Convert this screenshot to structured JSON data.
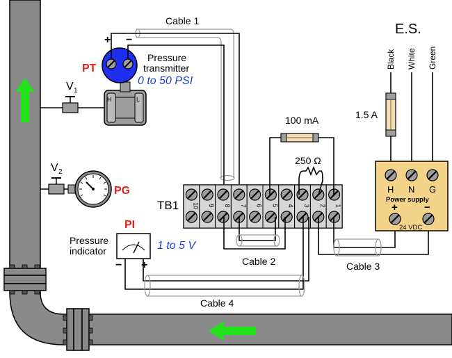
{
  "cables": {
    "cable1": "Cable 1",
    "cable2": "Cable 2",
    "cable3": "Cable 3",
    "cable4": "Cable 4"
  },
  "transmitter": {
    "tag": "PT",
    "name_line1": "Pressure",
    "name_line2": "transmitter",
    "range": "0 to 50 PSI",
    "plus": "+",
    "minus": "−",
    "port_h": "H",
    "port_l": "L"
  },
  "valves": {
    "v1_letter": "V",
    "v1_sub": "1",
    "v2_letter": "V",
    "v2_sub": "2"
  },
  "gauge": {
    "tag": "PG"
  },
  "indicator": {
    "tag": "PI",
    "name_line1": "Pressure",
    "name_line2": "indicator",
    "range": "1 to 5 V",
    "minus": "−",
    "plus": "+"
  },
  "terminal_block": {
    "tag": "TB1",
    "terminals": [
      "10",
      "9",
      "8",
      "7",
      "6",
      "5",
      "4",
      "3",
      "2",
      "1"
    ]
  },
  "fuse_100": "100 mA",
  "resistor": "250 Ω",
  "es": {
    "title": "E.S.",
    "wire_black": "Black",
    "wire_white": "White",
    "wire_green": "Green",
    "fuse": "1.5 A"
  },
  "power_supply": {
    "name": "Power supply",
    "term_h": "H",
    "term_n": "N",
    "term_g": "G",
    "plus": "+",
    "minus": "−",
    "voltage": "24 VDC"
  },
  "colors": {
    "arrow": "#22e01c",
    "tag_red": "#e8201c",
    "range_blue": "#1a3fd6",
    "transmitter_blue": "#1f2ff0"
  }
}
